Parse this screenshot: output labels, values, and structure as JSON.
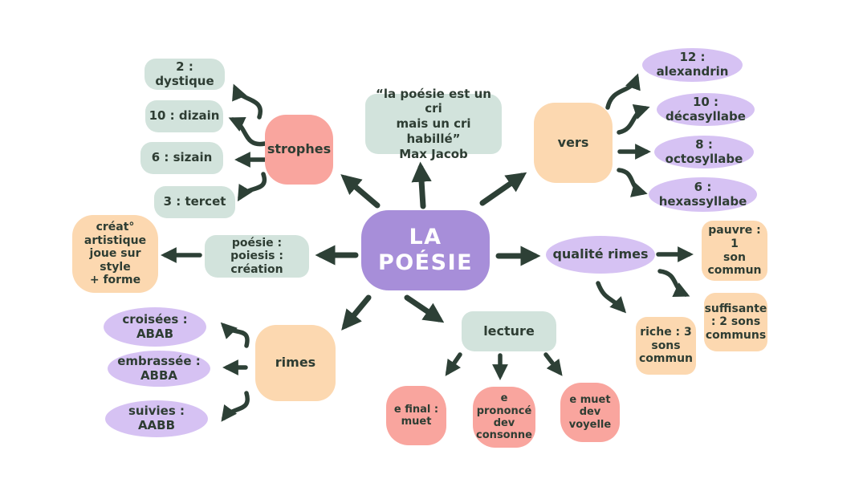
{
  "colors": {
    "background": "#ffffff",
    "mint": "#d2e3dc",
    "salmon": "#f9a59e",
    "peach": "#fcd8b0",
    "lavender": "#d6c2f3",
    "purple": "#a78ed9",
    "ink": "#2e3d33",
    "arrow": "#2d4036"
  },
  "center": {
    "label": "LA POÉSIE"
  },
  "quote": {
    "text": "“la poésie est un cri\nmais un cri habillé”",
    "author": "Max Jacob"
  },
  "branches": {
    "strophes": {
      "label": "strophes",
      "children": {
        "dystique": "2 : dystique",
        "dizain": "10 : dizain",
        "sizain": "6 : sizain",
        "tercet": "3 : tercet"
      }
    },
    "vers": {
      "label": "vers",
      "children": {
        "alexandrin": "12 :\nalexandrin",
        "decasyllabe": "10 :\ndécasyllabe",
        "octosyllabe": "8 :\noctosyllabe",
        "hexassyllabe": "6 :\nhexassyllabe"
      }
    },
    "etymologie": {
      "label": "poésie : poiesis :\ncréation",
      "children": {
        "creation_artistique": "créat°\nartistique\njoue sur style\n+ forme"
      }
    },
    "qualite_rimes": {
      "label": "qualité rimes",
      "children": {
        "pauvre": "pauvre : 1\nson\ncommun",
        "suffisante": "suffisante\n: 2 sons\ncommuns",
        "riche": "riche : 3\nsons\ncommun"
      }
    },
    "rimes": {
      "label": "rimes",
      "children": {
        "croisees": "croisées :\nABAB",
        "embrassee": "embrassée :\nABBA",
        "suivies": "suivies :\nAABB"
      }
    },
    "lecture": {
      "label": "lecture",
      "children": {
        "e_final": "e final :\nmuet",
        "e_prononce": "e prononcé\ndev\nconsonne",
        "e_muet": "e muet\ndev\nvoyelle"
      }
    }
  }
}
